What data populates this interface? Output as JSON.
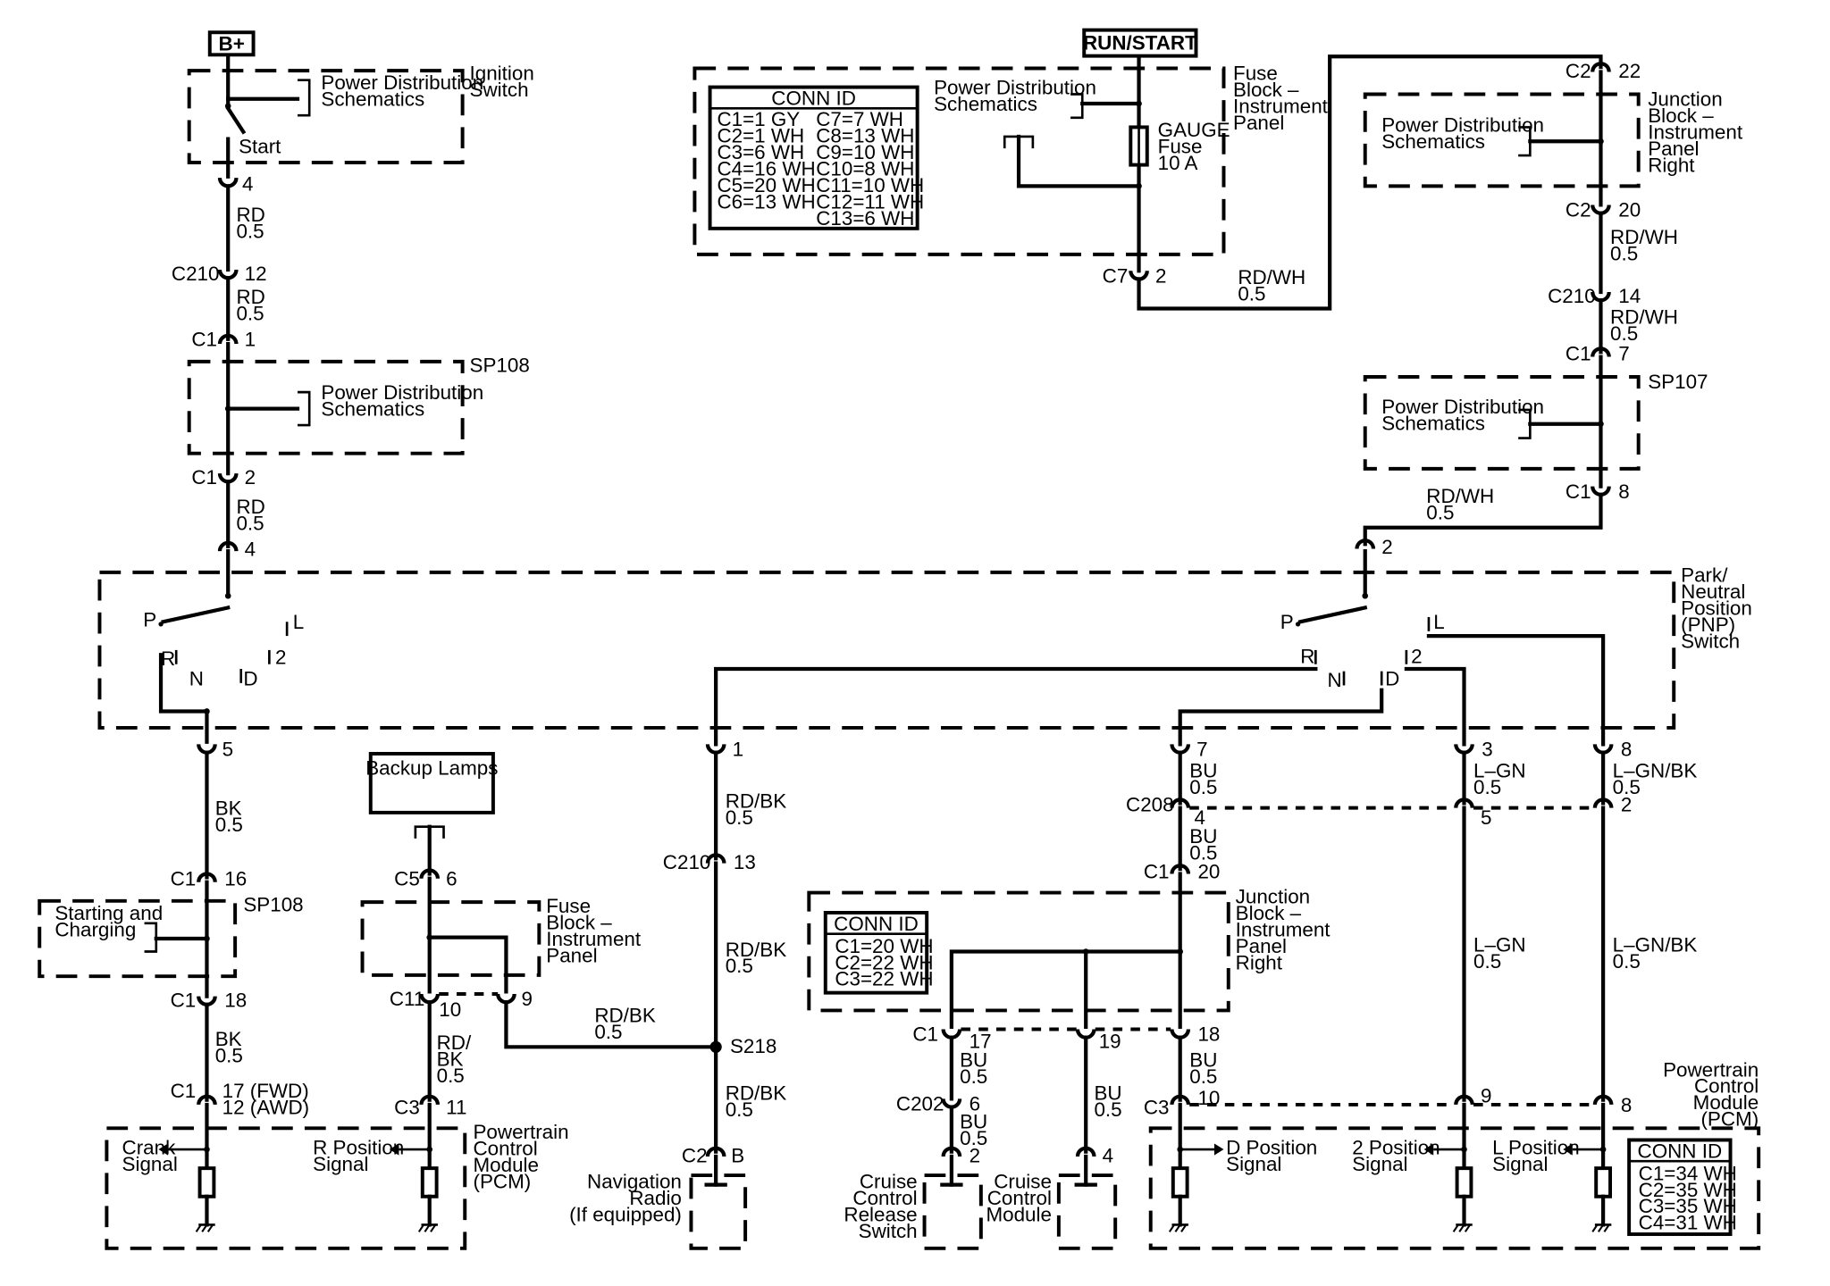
{
  "labels": {
    "b_plus": "B+",
    "run_start": "RUN/START",
    "ign_ps": [
      "Power Distribution",
      "Schematics"
    ],
    "ign_switch": [
      "Ignition",
      "Switch"
    ],
    "ign_start": "Start",
    "ign_pin": "4",
    "w1": [
      "RD",
      "0.5"
    ],
    "c210_a": "C210",
    "c210_a_pin": "12",
    "w2": [
      "RD",
      "0.5"
    ],
    "c1_a": "C1",
    "c1_a_pin": "1",
    "sp108_ps": [
      "Power Distribution",
      "Schematics"
    ],
    "sp108": "SP108",
    "c1_b": "C1",
    "c1_b_pin": "2",
    "w3": [
      "RD",
      "0.5"
    ],
    "pnp_pin4": "4",
    "conn_title": "CONN ID",
    "conn_left": [
      "C1=1 GY",
      "C2=1 WH",
      "C3=6 WH",
      "C4=16 WH",
      "C5=20 WH",
      "C6=13 WH"
    ],
    "conn_right": [
      "C7=7 WH",
      "C8=13 WH",
      "C9=10 WH",
      "C10=8 WH",
      "C11=10 WH",
      "C12=11 WH",
      "C13=6 WH"
    ],
    "fb_ps": [
      "Power Distribution",
      "Schematics"
    ],
    "gauge": [
      "GAUGE",
      "Fuse",
      "10 A"
    ],
    "fb_label": [
      "Fuse",
      "Block –",
      "Instrument",
      "Panel"
    ],
    "c7": "C7",
    "c7_pin": "2",
    "w_rdwh_top": [
      "RD/WH",
      "0.5"
    ],
    "c2_top": "C2",
    "c2_top_pin": "22",
    "jb_ps": [
      "Power Distribution",
      "Schematics"
    ],
    "jb_label": [
      "Junction",
      "Block –",
      "Instrument",
      "Panel",
      "Right"
    ],
    "c2_b": "C2",
    "c2_b_pin": "20",
    "w_rdwh_1": [
      "RD/WH",
      "0.5"
    ],
    "c210_r": "C210",
    "c210_r_pin": "14",
    "w_rdwh_2": [
      "RD/WH",
      "0.5"
    ],
    "c1_r": "C1",
    "c1_r_pin": "7",
    "sp107_ps": [
      "Power Distribution",
      "Schematics"
    ],
    "sp107": "SP107",
    "c1_r2": "C1",
    "c1_r2_pin": "8",
    "w_rdwh_3": [
      "RD/WH",
      "0.5"
    ],
    "pnp_pin2": "2",
    "pnp_label": [
      "Park/",
      "Neutral",
      "Position",
      "(PNP)",
      "Switch"
    ],
    "sw_left": {
      "p": "P",
      "r": "R",
      "n": "N",
      "d": "D",
      "two": "2",
      "l": "L"
    },
    "sw_right": {
      "p": "P",
      "r": "R",
      "n": "N",
      "d": "D",
      "two": "2",
      "l": "L"
    },
    "pin5": "5",
    "w_bk1": [
      "BK",
      "0.5"
    ],
    "c1_16": "C1",
    "c1_16_pin": "16",
    "starting": [
      "Starting and",
      "Charging"
    ],
    "sp108_b": "SP108",
    "c1_18": "C1",
    "c1_18_pin": "18",
    "w_bk2": [
      "BK",
      "0.5"
    ],
    "c1_17": "C1",
    "c1_17_pin": [
      "17 (FWD)",
      "12 (AWD)"
    ],
    "crank": [
      "Crank",
      "Signal"
    ],
    "backup": "Backup Lamps",
    "c5": "C5",
    "c5_pin": "6",
    "fb2_label": [
      "Fuse",
      "Block –",
      "Instrument",
      "Panel"
    ],
    "c11": "C11",
    "c11_pin": "10",
    "c11_pin9": "9",
    "w_rdbk_fb": [
      "RD/",
      "BK",
      "0.5"
    ],
    "c3_11": "C3",
    "c3_11_pin": "11",
    "rpos": [
      "R Position",
      "Signal"
    ],
    "pcm_left": [
      "Powertrain",
      "Control",
      "Module",
      "(PCM)"
    ],
    "w_rdbk_h": [
      "RD/BK",
      "0.5"
    ],
    "pin1": "1",
    "w_rdbk_1": [
      "RD/BK",
      "0.5"
    ],
    "c210_13": "C210",
    "c210_13_pin": "13",
    "w_rdbk_2": [
      "RD/BK",
      "0.5"
    ],
    "s218": "S218",
    "w_rdbk_3": [
      "RD/BK",
      "0.5"
    ],
    "c2_b2": "C2",
    "c2_b2_pin": "B",
    "nav": [
      "Navigation",
      "Radio",
      "(If equipped)"
    ],
    "pin7": "7",
    "w_bu1": [
      "BU",
      "0.5"
    ],
    "c208": "C208",
    "c208_pin4": "4",
    "w_bu2": [
      "BU",
      "0.5"
    ],
    "c1_20": "C1",
    "c1_20_pin": "20",
    "jb2_label": [
      "Junction",
      "Block –",
      "Instrument",
      "Panel",
      "Right"
    ],
    "conn2_title": "CONN ID",
    "conn2_rows": [
      "C1=20 WH",
      "C2=22 WH",
      "C3=22 WH"
    ],
    "c1_17b": "C1",
    "c1_17b_pin": "17",
    "pin19": "19",
    "pin18": "18",
    "w_bu3": [
      "BU",
      "0.5"
    ],
    "c202": "C202",
    "c202_pin": "6",
    "w_bu4": [
      "BU",
      "0.5"
    ],
    "w_bu5": [
      "BU",
      "0.5"
    ],
    "w_bu6": [
      "BU",
      "0.5"
    ],
    "ccrs_pin": "2",
    "ccm_pin": "4",
    "ccrs": [
      "Cruise",
      "Control",
      "Release",
      "Switch"
    ],
    "ccm": [
      "Cruise",
      "Control",
      "Module"
    ],
    "c3_10": "C3",
    "c3_10_pin": "10",
    "pin3": "3",
    "w_lgn1": [
      "L–GN",
      "0.5"
    ],
    "pin5b": "5",
    "w_lgn2": [
      "L–GN",
      "0.5"
    ],
    "pin9": "9",
    "pin8": "8",
    "w_lgnbk1": [
      "L–GN/BK",
      "0.5"
    ],
    "pin2b": "2",
    "w_lgnbk2": [
      "L–GN/BK",
      "0.5"
    ],
    "pin8b": "8",
    "pcm_right": [
      "Powertrain",
      "Control",
      "Module",
      "(PCM)"
    ],
    "dpos": [
      "D Position",
      "Signal"
    ],
    "pos2": [
      "2 Position",
      "Signal"
    ],
    "lpos": [
      "L Position",
      "Signal"
    ],
    "conn3_title": "CONN ID",
    "conn3_rows": [
      "C1=34 WH",
      "C2=35 WH",
      "C3=35 WH",
      "C4=31 WH"
    ]
  }
}
